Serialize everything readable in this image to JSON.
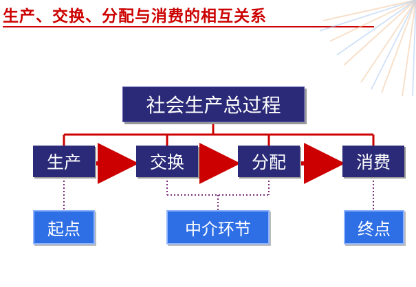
{
  "title": "生产、交换、分配与消费的相互关系",
  "diagram": {
    "root": "社会生产总过程",
    "stages": [
      "生产",
      "交换",
      "分配",
      "消费"
    ],
    "notes": {
      "start": "起点",
      "middle": "中介环节",
      "end": "终点"
    }
  },
  "colors": {
    "title": "#cc0000",
    "box_dark": "#2a2a78",
    "box_note": "#2f6fe6",
    "connector": "#cc0000",
    "dotted": "#7a2a7a"
  }
}
